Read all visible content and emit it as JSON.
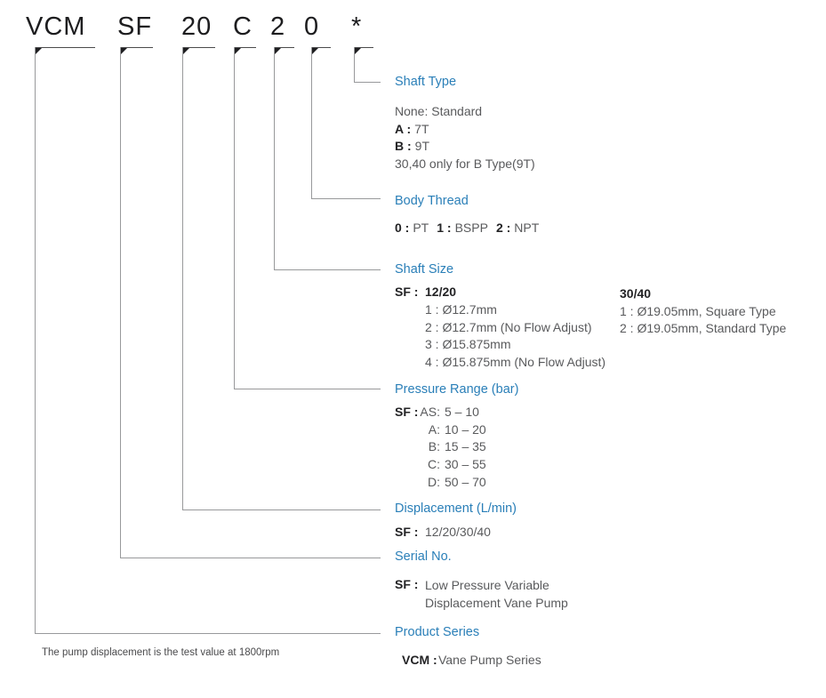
{
  "colors": {
    "accent_blue": "#2a7fb8",
    "body_gray": "#595a5c",
    "bold_dark": "#232325",
    "leader_line": "#98999b"
  },
  "code": {
    "seg0": "VCM",
    "seg1": "SF",
    "seg2": "20",
    "seg3": "C",
    "seg4": "2",
    "seg5": "0",
    "seg6": "*"
  },
  "shaft_type": {
    "label": "Shaft Type",
    "row0": "None: Standard",
    "row1_key": "A :",
    "row1_val": "7T",
    "row2_key": "B :",
    "row2_val": "9T",
    "row3": "30,40 only for B Type(9T)"
  },
  "body_thread": {
    "label": "Body Thread",
    "k0": "0 :",
    "v0": "PT",
    "k1": "1 :",
    "v1": "BSPP",
    "k2": "2 :",
    "v2": "NPT"
  },
  "shaft_size": {
    "label": "Shaft Size",
    "sf_key": "SF :",
    "sf_val": "12/20",
    "item1": "1 : Ø12.7mm",
    "item2": "2 : Ø12.7mm  (No Flow Adjust)",
    "item3": "3 : Ø15.875mm",
    "item4": "4 : Ø15.875mm  (No Flow Adjust)",
    "right_title": "30/40",
    "right1": "1 : Ø19.05mm, Square Type",
    "right2": "2 : Ø19.05mm, Standard Type"
  },
  "pressure_range": {
    "label": "Pressure Range (bar)",
    "sf_key": "SF :",
    "r0k": "AS:",
    "r0v": "5 – 10",
    "r1k": "A:",
    "r1v": "10 – 20",
    "r2k": "B:",
    "r2v": "15 – 35",
    "r3k": "C:",
    "r3v": "30 – 55",
    "r4k": "D:",
    "r4v": "50 – 70"
  },
  "displacement": {
    "label": "Displacement (L/min)",
    "sf_key": "SF :",
    "sf_val": "12/20/30/40"
  },
  "serial_no": {
    "label": "Serial No.",
    "sf_key": "SF :",
    "line1": "Low Pressure Variable",
    "line2": "Displacement Vane Pump"
  },
  "product_series": {
    "label": "Product Series",
    "key": "VCM :",
    "val": "Vane Pump Series"
  },
  "footnote": "The pump displacement is the test value at 1800rpm"
}
